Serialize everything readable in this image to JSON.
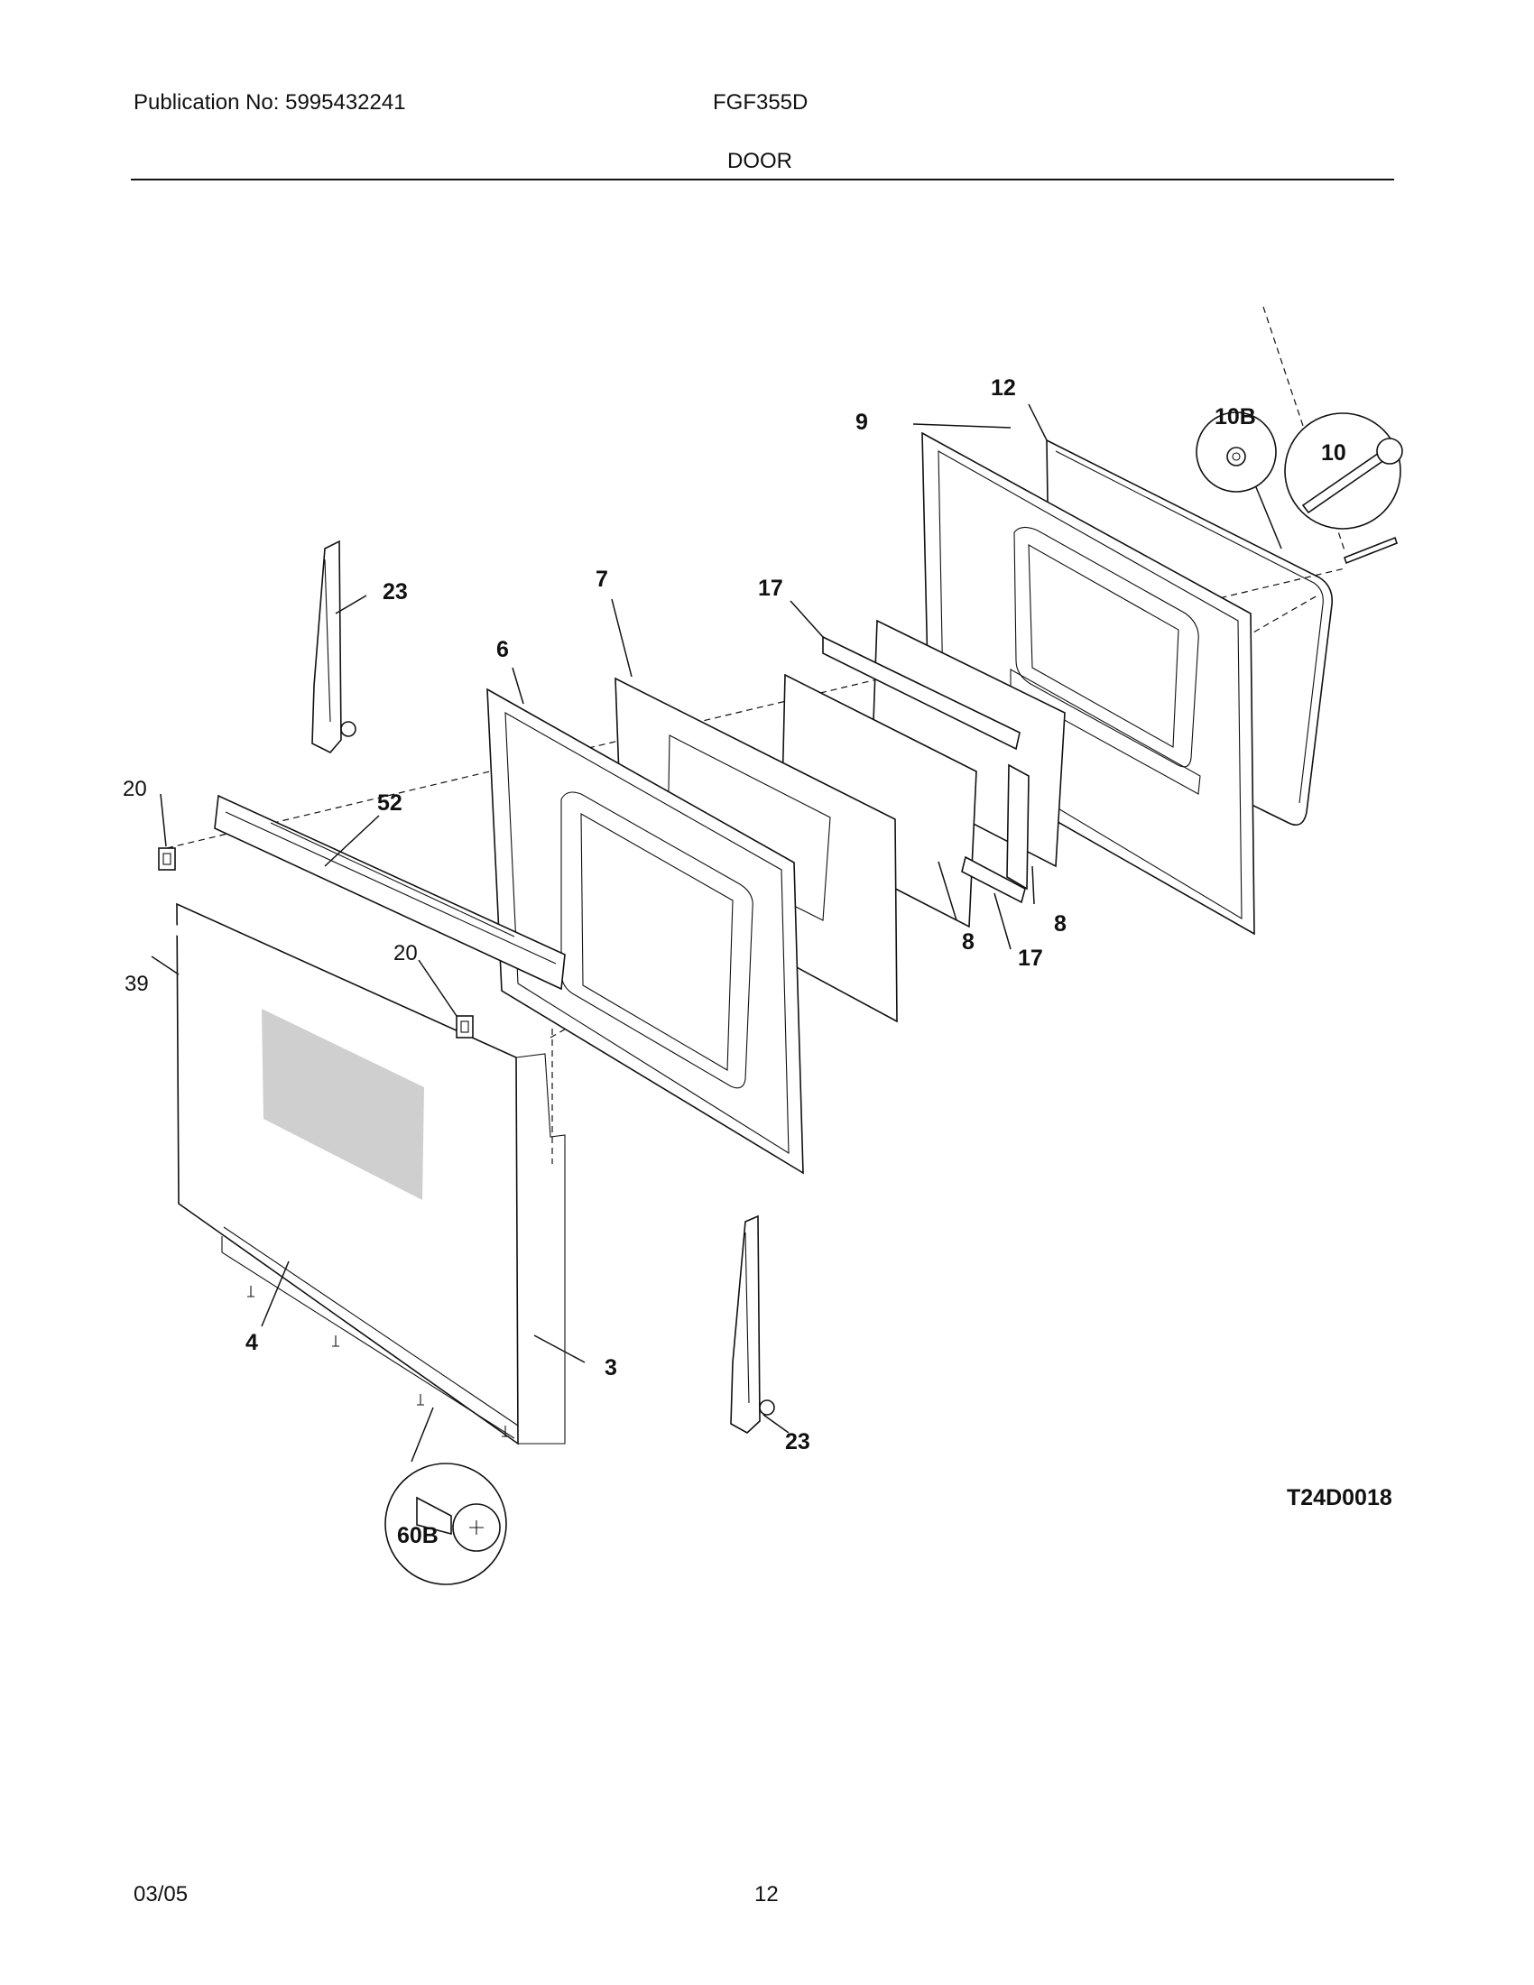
{
  "header": {
    "publication": "Publication No: 5995432241",
    "model": "FGF355D",
    "section": "DOOR"
  },
  "footer": {
    "date": "03/05",
    "page": "12"
  },
  "diagram": {
    "code": "T24D0018",
    "labels": {
      "p3": "3",
      "p4": "4",
      "p6": "6",
      "p7": "7",
      "p8a": "8",
      "p8b": "8",
      "p9": "9",
      "p10": "10",
      "p10b": "10B",
      "p12": "12",
      "p17a": "17",
      "p17b": "17",
      "p20a": "20",
      "p20b": "20",
      "p23a": "23",
      "p23b": "23",
      "p39": "39",
      "p52": "52",
      "p60b": "60B"
    }
  }
}
